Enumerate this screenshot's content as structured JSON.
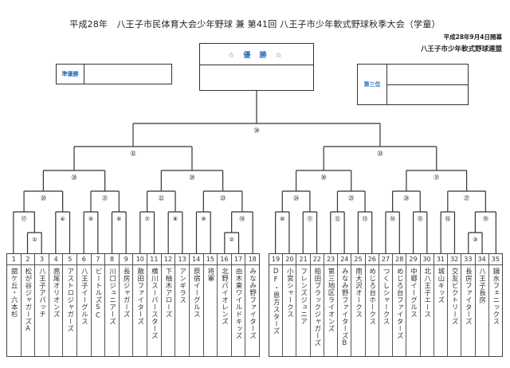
{
  "header": {
    "title": "平成28年　八王子市民体育大会少年野球 兼 第41回 八王子市少年軟式野球秋季大会（学童）",
    "opening_date": "平成28年9月4日開幕",
    "organizer": "八王子市少年軟式野球連盟"
  },
  "results": {
    "champion_label": "☆ 優 勝 ☆",
    "champion_value": "",
    "runner_up_label": "準優勝",
    "runner_up_value": "",
    "third_label": "第三位",
    "third_values": [
      "",
      ""
    ]
  },
  "accent_color": "#2a6ebb",
  "teams_left": [
    {
      "no": "1",
      "name": "舘ケ丘・六本杉"
    },
    {
      "no": "2",
      "name": "松が谷ジャガーズA"
    },
    {
      "no": "3",
      "name": "八王子アパッチ"
    },
    {
      "no": "4",
      "name": "高尾オリオンズ"
    },
    {
      "no": "5",
      "name": "アストロジャガーズ"
    },
    {
      "no": "6",
      "name": "八王子イーグルス"
    },
    {
      "no": "7",
      "name": "ビートルズSC"
    },
    {
      "no": "8",
      "name": "川口ジュニアーズ"
    },
    {
      "no": "9",
      "name": "長房ジャガーズ"
    },
    {
      "no": "10",
      "name": "散田ファイターズ"
    },
    {
      "no": "11",
      "name": "横川スーパースターズ"
    },
    {
      "no": "12",
      "name": "下柚木アローズ"
    },
    {
      "no": "13",
      "name": "アンギラス"
    },
    {
      "no": "14",
      "name": "原宿イーグルス"
    },
    {
      "no": "15",
      "name": "将軍"
    },
    {
      "no": "16",
      "name": "北野パイオレンズ"
    },
    {
      "no": "17",
      "name": "由木東ワイルドキッズ"
    },
    {
      "no": "18",
      "name": "みなみ野ファイターズ"
    }
  ],
  "teams_right": [
    {
      "no": "19",
      "name": "DF・恩方スターズ"
    },
    {
      "no": "20",
      "name": "小宮シャークス"
    },
    {
      "no": "21",
      "name": "フレンズジュニア"
    },
    {
      "no": "22",
      "name": "船田ブラックジャガーズ"
    },
    {
      "no": "23",
      "name": "第三地区ライオンズ"
    },
    {
      "no": "24",
      "name": "みなみ野ファイターズB"
    },
    {
      "no": "25",
      "name": "南大沢オークス"
    },
    {
      "no": "26",
      "name": "めじろ台ホークス"
    },
    {
      "no": "27",
      "name": "つくしシャークス"
    },
    {
      "no": "28",
      "name": "めじろ台ファイターズ"
    },
    {
      "no": "29",
      "name": "中郷イーグルス"
    },
    {
      "no": "30",
      "name": "北八王子エース"
    },
    {
      "no": "31",
      "name": "城山キッズ"
    },
    {
      "no": "32",
      "name": "交友ビクトリーズ"
    },
    {
      "no": "33",
      "name": "長房ファイターズ"
    },
    {
      "no": "34",
      "name": "八王子長房"
    },
    {
      "no": "35",
      "name": "鑓水フェニックス"
    }
  ],
  "matches": [
    {
      "id": "m1",
      "label": "①",
      "round": 1,
      "a": "t2",
      "b": "t3"
    },
    {
      "id": "m2",
      "label": "②",
      "round": 1,
      "a": "t16",
      "b": "t17"
    },
    {
      "id": "m3",
      "label": "③",
      "round": 1,
      "a": "t33",
      "b": "t34"
    },
    {
      "id": "m17",
      "label": "⑰",
      "round": 2,
      "a": "t1",
      "b": "m1"
    },
    {
      "id": "m4",
      "label": "④",
      "round": 2,
      "a": "t4",
      "b": "t5"
    },
    {
      "id": "m5",
      "label": "⑤",
      "round": 2,
      "a": "t6",
      "b": "t7"
    },
    {
      "id": "m6",
      "label": "⑥",
      "round": 2,
      "a": "t8",
      "b": "t9"
    },
    {
      "id": "m7",
      "label": "⑦",
      "round": 2,
      "a": "t10",
      "b": "t11"
    },
    {
      "id": "m8",
      "label": "⑧",
      "round": 2,
      "a": "t12",
      "b": "t13"
    },
    {
      "id": "m9",
      "label": "⑨",
      "round": 2,
      "a": "t14",
      "b": "t15"
    },
    {
      "id": "m18",
      "label": "⑱",
      "round": 2,
      "a": "m2",
      "b": "t18"
    },
    {
      "id": "m10",
      "label": "⑩",
      "round": 2,
      "a": "t19",
      "b": "t20"
    },
    {
      "id": "m11",
      "label": "⑪",
      "round": 2,
      "a": "t21",
      "b": "t22"
    },
    {
      "id": "m12",
      "label": "⑫",
      "round": 2,
      "a": "t23",
      "b": "t24"
    },
    {
      "id": "m13",
      "label": "⑬",
      "round": 2,
      "a": "t25",
      "b": "t26"
    },
    {
      "id": "m14",
      "label": "⑭",
      "round": 2,
      "a": "t27",
      "b": "t28"
    },
    {
      "id": "m15",
      "label": "⑮",
      "round": 2,
      "a": "t29",
      "b": "t30"
    },
    {
      "id": "m16",
      "label": "⑯",
      "round": 2,
      "a": "t31",
      "b": "t32"
    },
    {
      "id": "m19",
      "label": "⑲",
      "round": 2,
      "a": "m3",
      "b": "t35"
    },
    {
      "id": "m20",
      "label": "⑳",
      "round": 3,
      "a": "m17",
      "b": "m4"
    },
    {
      "id": "m21",
      "label": "㉑",
      "round": 3,
      "a": "m5",
      "b": "m6"
    },
    {
      "id": "m22",
      "label": "㉒",
      "round": 3,
      "a": "m7",
      "b": "m8"
    },
    {
      "id": "m23",
      "label": "㉓",
      "round": 3,
      "a": "m9",
      "b": "m18"
    },
    {
      "id": "m24",
      "label": "㉔",
      "round": 3,
      "a": "m10",
      "b": "m11"
    },
    {
      "id": "m25",
      "label": "㉕",
      "round": 3,
      "a": "m12",
      "b": "m13"
    },
    {
      "id": "m26",
      "label": "㉖",
      "round": 3,
      "a": "m14",
      "b": "m15"
    },
    {
      "id": "m27",
      "label": "㉗",
      "round": 3,
      "a": "m16",
      "b": "m19"
    },
    {
      "id": "m28",
      "label": "㉘",
      "round": 4,
      "a": "m20",
      "b": "m21"
    },
    {
      "id": "m29",
      "label": "㉙",
      "round": 4,
      "a": "m22",
      "b": "m23"
    },
    {
      "id": "m30",
      "label": "㉚",
      "round": 4,
      "a": "m24",
      "b": "m25"
    },
    {
      "id": "m31",
      "label": "㉛",
      "round": 4,
      "a": "m26",
      "b": "m27"
    },
    {
      "id": "m32",
      "label": "㉜",
      "round": 5,
      "a": "m28",
      "b": "m29"
    },
    {
      "id": "m33",
      "label": "㉝",
      "round": 5,
      "a": "m30",
      "b": "m31"
    },
    {
      "id": "m34",
      "label": "㉞",
      "round": 6,
      "a": "m32",
      "b": "m33"
    }
  ]
}
